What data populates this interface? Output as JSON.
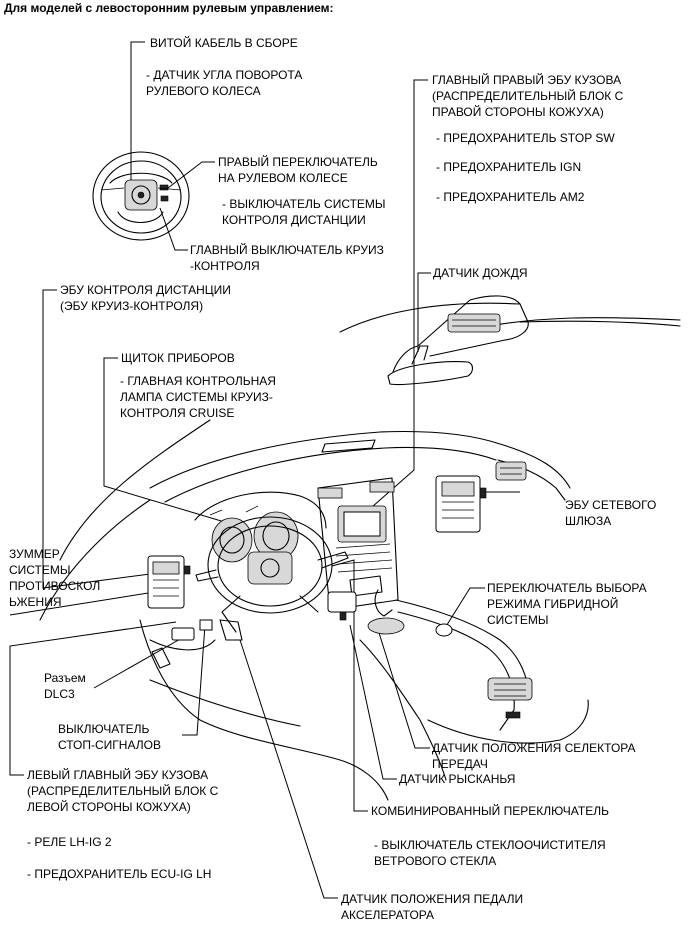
{
  "header": "Для моделей с левосторонним рулевым управлением:",
  "labels": {
    "spiral_cable": [
      "ВИТОЙ КАБЕЛЬ В СБОРЕ"
    ],
    "steering_angle": [
      "- ДАТЧИК УГЛА ПОВОРОТА",
      "РУЛЕВОГО КОЛЕСА"
    ],
    "right_switch": [
      "ПРАВЫЙ ПЕРЕКЛЮЧАТЕЛЬ",
      "НА РУЛЕВОМ КОЛЕСЕ"
    ],
    "distance_switch": [
      "- ВЫКЛЮЧАТЕЛЬ СИСТЕМЫ",
      "КОНТРОЛЯ ДИСТАНЦИИ"
    ],
    "cruise_main_switch": [
      "ГЛАВНЫЙ ВЫКЛЮЧАТЕЛЬ КРУИЗ",
      "-КОНТРОЛЯ"
    ],
    "main_right_ecu": [
      "ГЛАВНЫЙ ПРАВЫЙ ЭБУ КУЗОВА",
      "(РАСПРЕДЕЛИТЕЛЬНЫЙ БЛОК С",
      "ПРАВОЙ СТОРОНЫ КОЖУХА)"
    ],
    "fuse_stop": [
      "- ПРЕДОХРАНИТЕЛЬ STOP SW"
    ],
    "fuse_ign": [
      "- ПРЕДОХРАНИТЕЛЬ IGN"
    ],
    "fuse_am2": [
      "- ПРЕДОХРАНИТЕЛЬ AM2"
    ],
    "rain_sensor": [
      "ДАТЧИК ДОЖДЯ"
    ],
    "distance_ecu": [
      "ЭБУ КОНТРОЛЯ ДИСТАНЦИИ",
      "(ЭБУ КРУИЗ-КОНТРОЛЯ)"
    ],
    "instrument_panel": [
      "ЩИТОК ПРИБОРОВ"
    ],
    "cruise_lamp": [
      "- ГЛАВНАЯ КОНТРОЛЬНАЯ",
      "ЛАМПА СИСТЕМЫ КРУИЗ-",
      "КОНТРОЛЯ CRUISE"
    ],
    "gateway_ecu": [
      "ЭБУ СЕТЕВОГО",
      "ШЛЮЗА"
    ],
    "buzzer": [
      "ЗУММЕР",
      "СИСТЕМЫ",
      "ПРОТИВОСКОЛ",
      "ЬЖЕНИЯ"
    ],
    "hybrid_mode": [
      "ПЕРЕКЛЮЧАТЕЛЬ ВЫБОРА",
      "РЕЖИМА ГИБРИДНОЙ",
      "СИСТЕМЫ"
    ],
    "dlc3": [
      "Разъем",
      "DLC3"
    ],
    "stop_switch": [
      "ВЫКЛЮЧАТЕЛЬ",
      "СТОП-СИГНАЛОВ"
    ],
    "shift_sensor": [
      "ДАТЧИК ПОЛОЖЕНИЯ СЕЛЕКТОРА",
      "ПЕРЕДАЧ"
    ],
    "yaw_sensor": [
      "ДАТЧИК РЫСКАНЬЯ"
    ],
    "main_left_ecu": [
      "ЛЕВЫЙ ГЛАВНЫЙ ЭБУ КУЗОВА",
      "(РАСПРЕДЕЛИТЕЛЬНЫЙ БЛОК С",
      "ЛЕВОЙ СТОРОНЫ КОЖУХА)"
    ],
    "combo_switch": [
      "КОМБИНИРОВАННЫЙ ПЕРЕКЛЮЧАТЕЛЬ"
    ],
    "relay": [
      "- РЕЛЕ LH-IG 2"
    ],
    "wiper_switch": [
      "- ВЫКЛЮЧАТЕЛЬ СТЕКЛООЧИСТИТЕЛЯ",
      "ВЕТРОВОГО СТЕКЛА"
    ],
    "fuse_ecu": [
      "- ПРЕДОХРАНИТЕЛЬ ECU-IG LH"
    ],
    "pedal_sensor": [
      "ДАТЧИК ПОЛОЖЕНИЯ ПЕДАЛИ",
      "АКСЕЛЕРАТОРА"
    ]
  }
}
